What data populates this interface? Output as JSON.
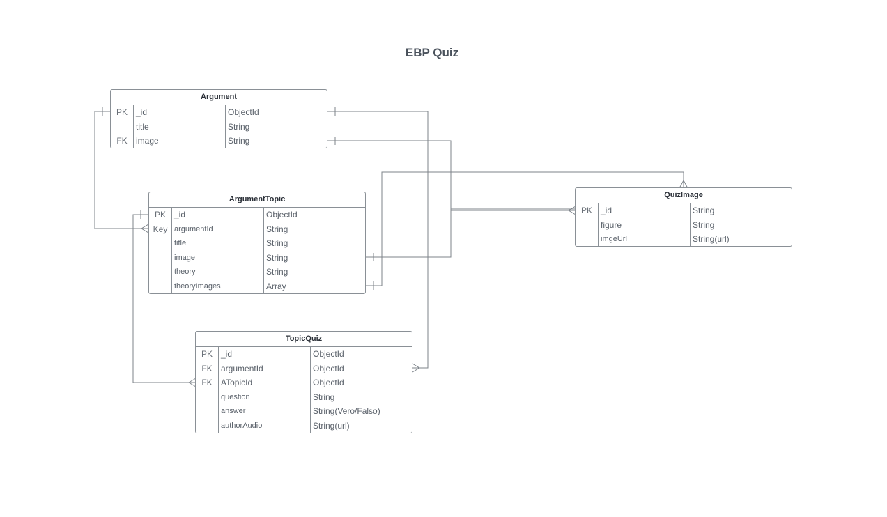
{
  "diagram": {
    "title": "EBP Quiz"
  },
  "entities": {
    "argument": {
      "name": "Argument",
      "rows": [
        {
          "key": "PK",
          "name": "_id",
          "type": "ObjectId"
        },
        {
          "key": "",
          "name": "title",
          "type": "String"
        },
        {
          "key": "FK",
          "name": "image",
          "type": "String"
        }
      ]
    },
    "argument_topic": {
      "name": "ArgumentTopic",
      "rows": [
        {
          "key": "PK",
          "name": "_id",
          "type": "ObjectId"
        },
        {
          "key": "Key",
          "name": "argumentId",
          "type": "String"
        },
        {
          "key": "",
          "name": "title",
          "type": "String"
        },
        {
          "key": "",
          "name": "image",
          "type": "String"
        },
        {
          "key": "",
          "name": "theory",
          "type": "String"
        },
        {
          "key": "",
          "name": "theoryImages",
          "type": "Array"
        }
      ]
    },
    "topic_quiz": {
      "name": "TopicQuiz",
      "rows": [
        {
          "key": "PK",
          "name": "_id",
          "type": "ObjectId"
        },
        {
          "key": "FK",
          "name": "argumentId",
          "type": "ObjectId"
        },
        {
          "key": "FK",
          "name": "ATopicId",
          "type": "ObjectId"
        },
        {
          "key": "",
          "name": "question",
          "type": "String"
        },
        {
          "key": "",
          "name": "answer",
          "type": "String(Vero/Falso)"
        },
        {
          "key": "",
          "name": "authorAudio",
          "type": "String(url)"
        }
      ]
    },
    "quiz_image": {
      "name": "QuizImage",
      "rows": [
        {
          "key": "PK",
          "name": "_id",
          "type": "String"
        },
        {
          "key": "",
          "name": "figure",
          "type": "String"
        },
        {
          "key": "",
          "name": "imgeUrl",
          "type": "String(url)"
        }
      ]
    }
  },
  "relationships": [
    {
      "from": "Argument._id",
      "to": "ArgumentTopic.argumentId",
      "from_end": "one",
      "to_end": "many"
    },
    {
      "from": "Argument._id",
      "to": "TopicQuiz.argumentId",
      "from_end": "one",
      "to_end": "many"
    },
    {
      "from": "ArgumentTopic._id",
      "to": "TopicQuiz.ATopicId",
      "from_end": "one",
      "to_end": "many"
    },
    {
      "from": "Argument.image",
      "to": "QuizImage._id",
      "from_end": "one",
      "to_end": "many"
    },
    {
      "from": "ArgumentTopic.image",
      "to": "QuizImage._id",
      "from_end": "one",
      "to_end": "many"
    },
    {
      "from": "ArgumentTopic.theoryImages",
      "to": "QuizImage",
      "from_end": "one",
      "to_end": "many"
    }
  ],
  "colors": {
    "line": "#7d838a",
    "border": "#8a9096",
    "text": "#5a616a",
    "header_text": "#2b3038"
  }
}
